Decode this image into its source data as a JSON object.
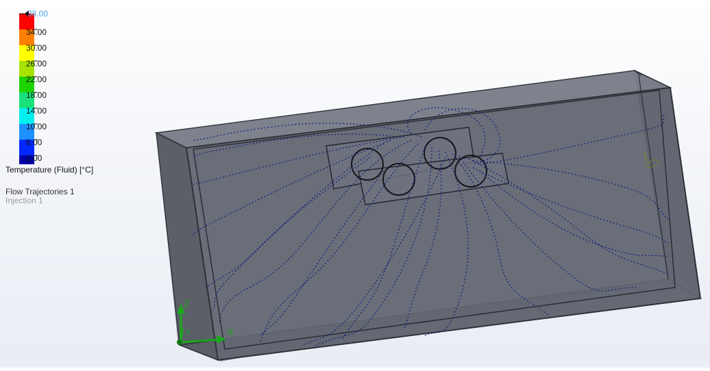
{
  "legend": {
    "max_label": "38.00",
    "ticks": [
      "34.00",
      "30.00",
      "26.00",
      "22.00",
      "18.00",
      "14.00",
      "10.00",
      "6.00",
      "2.00"
    ],
    "title": "Temperature (Fluid) [°C]",
    "colors": [
      "#ff0000",
      "#ff7f00",
      "#ffff00",
      "#a6e300",
      "#1ed400",
      "#18e07a",
      "#00f0f0",
      "#1e90ff",
      "#0028ff",
      "#0000a8"
    ]
  },
  "plot": {
    "name": "Flow Trajectories 1",
    "injection": "Injection 1"
  },
  "triad": {
    "z_label": "Z",
    "x_label": "X",
    "y_label": "Y"
  },
  "colors": {
    "box_fill": "#5f6470",
    "trajectory": "#1a1f7a",
    "axis_green": "#1aa81a"
  }
}
